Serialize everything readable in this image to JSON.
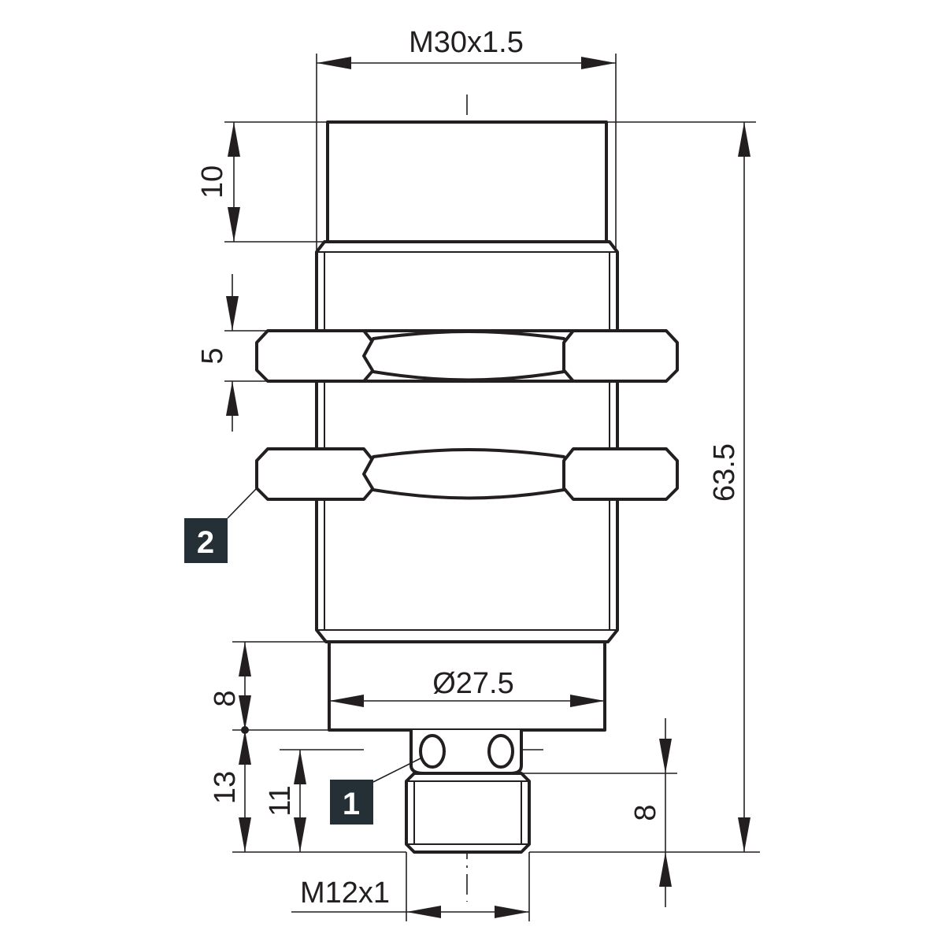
{
  "dimensions": {
    "thread_main": "M30x1.5",
    "front_length": "10",
    "nut_thickness": "5",
    "total_length": "63.5",
    "collar_diameter": "Ø27.5",
    "collar_length": "8",
    "connector_length": "13",
    "connector_thread_length": "11",
    "connector_plug_length": "8",
    "connector_thread": "M12x1"
  },
  "callouts": {
    "led": "1",
    "nut": "2"
  },
  "colors": {
    "line": "#231f20",
    "callout_fill": "#243036",
    "callout_text": "#ffffff"
  }
}
